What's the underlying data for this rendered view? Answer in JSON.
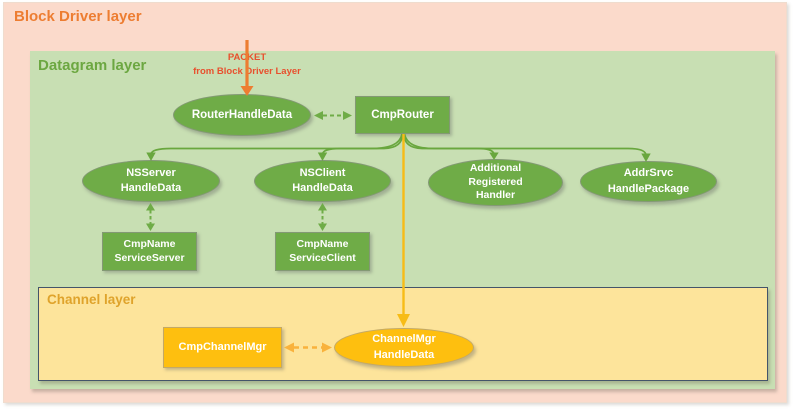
{
  "layers": {
    "block_driver": {
      "title": "Block Driver layer"
    },
    "datagram": {
      "title": "Datagram layer"
    },
    "channel": {
      "title": "Channel layer"
    }
  },
  "annotations": {
    "packet": "PACKET\nfrom Block Driver Layer"
  },
  "nodes": {
    "router_handle_data": {
      "label": "RouterHandleData",
      "shape": "ellipse",
      "color": "green",
      "layer": "datagram"
    },
    "cmp_router": {
      "label": "CmpRouter",
      "shape": "rect",
      "color": "green",
      "layer": "datagram"
    },
    "nsserver_handle_data": {
      "label": "NSServer\nHandleData",
      "shape": "ellipse",
      "color": "green",
      "layer": "datagram"
    },
    "nsclient_handle_data": {
      "label": "NSClient\nHandleData",
      "shape": "ellipse",
      "color": "green",
      "layer": "datagram"
    },
    "additional_registered_handler": {
      "label": "Additional\nRegistered\nHandler",
      "shape": "ellipse",
      "color": "green",
      "layer": "datagram"
    },
    "addrsrvc_handle_package": {
      "label": "AddrSrvc\nHandlePackage",
      "shape": "ellipse",
      "color": "green",
      "layer": "datagram"
    },
    "cmp_name_service_server": {
      "label": "CmpName\nServiceServer",
      "shape": "rect",
      "color": "green",
      "layer": "datagram"
    },
    "cmp_name_service_client": {
      "label": "CmpName\nServiceClient",
      "shape": "rect",
      "color": "green",
      "layer": "datagram"
    },
    "cmp_channel_mgr": {
      "label": "CmpChannelMgr",
      "shape": "rect",
      "color": "gold",
      "layer": "channel"
    },
    "channel_mgr_handle_data": {
      "label": "ChannelMgr\nHandleData",
      "shape": "ellipse",
      "color": "gold",
      "layer": "channel"
    }
  },
  "edges": [
    {
      "from": "packet_annotation",
      "to": "router_handle_data",
      "style": "solid",
      "arrows": "to",
      "color": "#ED7D31"
    },
    {
      "from": "router_handle_data",
      "to": "cmp_router",
      "style": "dashed",
      "arrows": "both",
      "color": "#6FAC47"
    },
    {
      "from": "cmp_router",
      "to": "nsserver_handle_data",
      "style": "solid",
      "arrows": "to",
      "color": "#69A73E"
    },
    {
      "from": "cmp_router",
      "to": "nsclient_handle_data",
      "style": "solid",
      "arrows": "to",
      "color": "#69A73E"
    },
    {
      "from": "cmp_router",
      "to": "additional_registered_handler",
      "style": "solid",
      "arrows": "to",
      "color": "#69A73E"
    },
    {
      "from": "cmp_router",
      "to": "addrsrvc_handle_package",
      "style": "solid",
      "arrows": "to",
      "color": "#69A73E"
    },
    {
      "from": "nsserver_handle_data",
      "to": "cmp_name_service_server",
      "style": "dashed",
      "arrows": "both",
      "color": "#6FAC47"
    },
    {
      "from": "nsclient_handle_data",
      "to": "cmp_name_service_client",
      "style": "dashed",
      "arrows": "both",
      "color": "#6FAC47"
    },
    {
      "from": "cmp_router",
      "to": "channel_mgr_handle_data",
      "style": "solid",
      "arrows": "to",
      "color": "#F7BC17"
    },
    {
      "from": "cmp_channel_mgr",
      "to": "channel_mgr_handle_data",
      "style": "dashed",
      "arrows": "both",
      "color": "#F9B23C"
    }
  ],
  "colors": {
    "block_layer_bg": "#FBDACB",
    "block_title": "#ED7D31",
    "datagram_layer_bg": "#C8DFB3",
    "datagram_title": "#6CA741",
    "channel_layer_bg": "#FDE49B",
    "channel_layer_border": "#44546A",
    "channel_title": "#DFA32B",
    "node_green": "#6FAC47",
    "node_gold": "#FEBF0F",
    "packet_text": "#E8502E",
    "packet_arrow": "#ED7D31",
    "green_connector": "#69A73E",
    "gold_connector": "#F7BC17"
  }
}
